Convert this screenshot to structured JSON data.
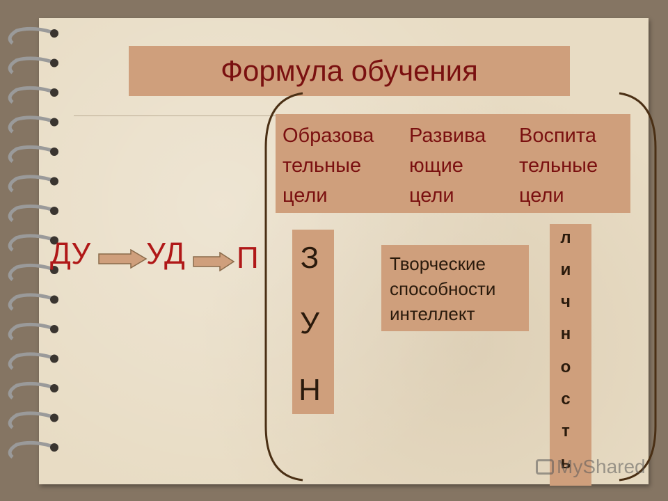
{
  "slide": {
    "title": "Формула обучения",
    "formula": {
      "du": "ДУ",
      "ud": "УД",
      "p": "П"
    },
    "goals": [
      {
        "label": "Образова\nтельные\nцели"
      },
      {
        "label": "Развива\nющие\nцели"
      },
      {
        "label": "Воспита\nтельные\nцели"
      }
    ],
    "zun": [
      "З",
      "У",
      "Н"
    ],
    "creative": [
      "Творческие",
      "способности",
      "интеллект"
    ],
    "lichnost": [
      "л",
      "и",
      "ч",
      "н",
      "о",
      "с",
      "т",
      "ь"
    ],
    "watermark": "MyShared"
  },
  "colors": {
    "box_fill": "#cf9f7c",
    "title_text": "#7a1010",
    "formula_text": "#b01818",
    "paper": "#e8dcc4",
    "background": "#857563"
  }
}
